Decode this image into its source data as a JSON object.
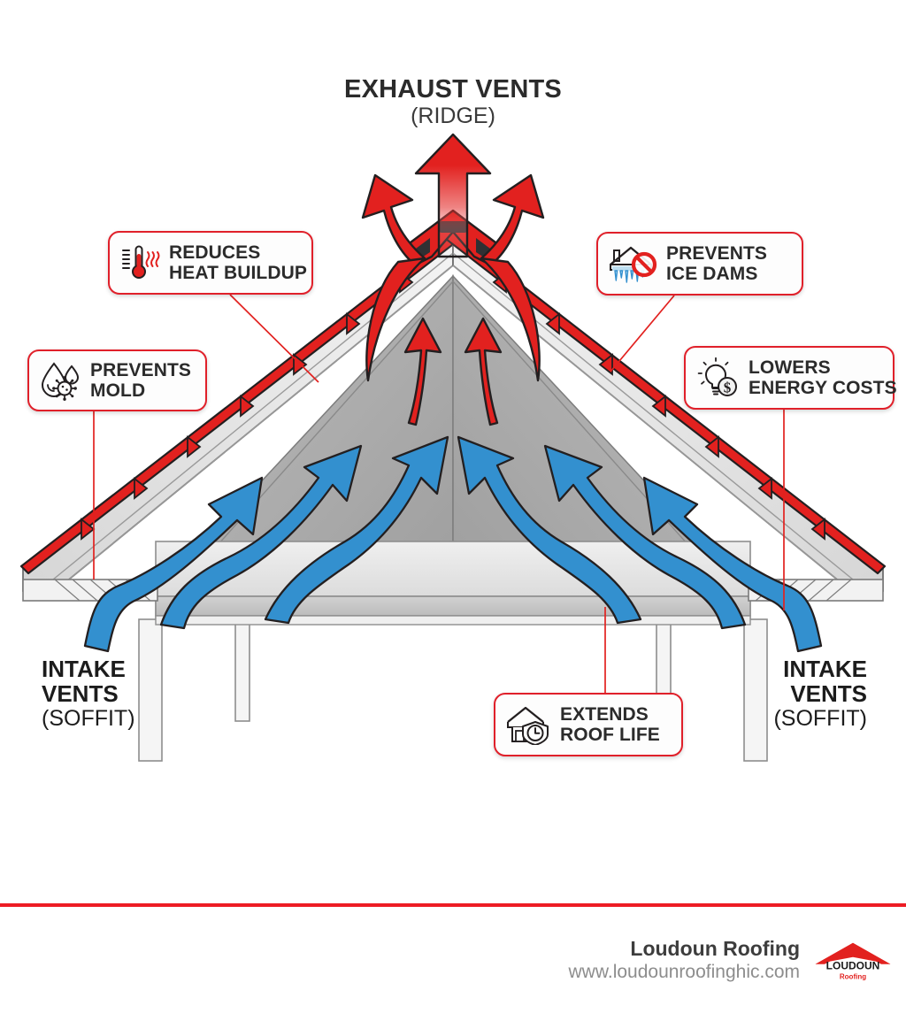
{
  "title": {
    "main": "EXHAUST VENTS",
    "sub": "(RIDGE)"
  },
  "labels": {
    "intake_left": {
      "line1": "INTAKE",
      "line2": "VENTS",
      "line3": "(SOFFIT)"
    },
    "intake_right": {
      "line1": "INTAKE",
      "line2": "VENTS",
      "line3": "(SOFFIT)"
    }
  },
  "callouts": [
    {
      "id": "heat",
      "icon": "thermometer-icon",
      "line1": "REDUCES",
      "line2": "HEAT BUILDUP"
    },
    {
      "id": "mold",
      "icon": "water-droplet-mold-icon",
      "line1": "PREVENTS",
      "line2": "MOLD"
    },
    {
      "id": "ice",
      "icon": "house-icicles-no-icon",
      "line1": "PREVENTS",
      "line2": "ICE DAMS"
    },
    {
      "id": "energy",
      "icon": "lightbulb-dollar-icon",
      "line1": "LOWERS",
      "line2": "ENERGY COSTS"
    },
    {
      "id": "life",
      "icon": "house-shield-clock-icon",
      "line1": "EXTENDS",
      "line2": "ROOF LIFE"
    }
  ],
  "footer": {
    "brand": "Loudoun Roofing",
    "website": "www.loudounroofinghic.com",
    "logo_top": "LOUDOUN",
    "logo_bottom": "Roofing"
  },
  "colors": {
    "red": "#e2211f",
    "red_line": "#ed1c24",
    "blue": "#3390cf",
    "outline": "#231f20",
    "gray_light": "#ececec",
    "gray_mid": "#c9c9c9",
    "gray_dark": "#a8a8a8",
    "text": "#2b2b2b"
  },
  "diagram": {
    "type": "attic-ventilation-cutaway",
    "exhaust_arrows": 5,
    "intake_arrows": 6,
    "description": "Gable roof cutaway showing hot air exhausting through ridge vents and cool air entering through soffit intake vents"
  }
}
